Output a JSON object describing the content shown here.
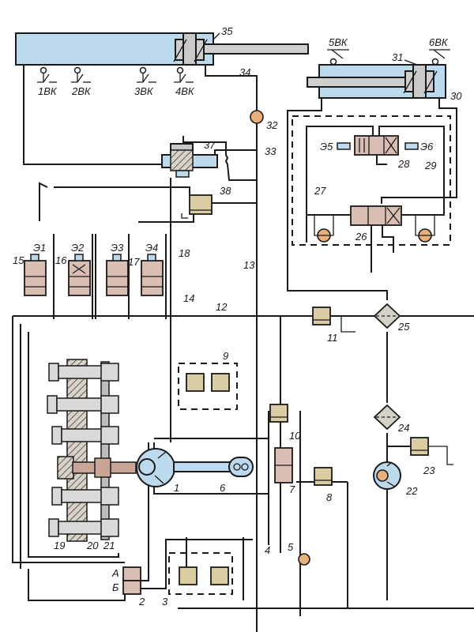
{
  "diagram": {
    "type": "hydraulic-schematic",
    "limit_switches": [
      "1ВК",
      "2ВК",
      "3ВК",
      "4ВК",
      "5ВК",
      "6ВК"
    ],
    "solenoids": [
      "Э1",
      "Э2",
      "Э3",
      "Э4",
      "Э5",
      "Э6"
    ],
    "valve_ports": [
      "А",
      "Б"
    ],
    "component_labels": {
      "c1": "1",
      "c2": "2",
      "c3": "3",
      "c4": "4",
      "c5": "5",
      "c6": "6",
      "c7": "7",
      "c8": "8",
      "c9": "9",
      "c10": "10",
      "c11": "11",
      "c12": "12",
      "c13": "13",
      "c14": "14",
      "c15": "15",
      "c16": "16",
      "c17": "17",
      "c18": "18",
      "c19": "19",
      "c20": "20",
      "c21": "21",
      "c22": "22",
      "c23": "23",
      "c24": "24",
      "c25": "25",
      "c26": "26",
      "c27": "27",
      "c28": "28",
      "c29": "29",
      "c30": "30",
      "c31": "31",
      "c32": "32",
      "c33": "33",
      "c34": "34",
      "c35": "35",
      "c37": "37",
      "c38": "38"
    },
    "components": [
      {
        "id": "1",
        "kind": "hydraulic-motor"
      },
      {
        "id": "2",
        "kind": "two-section-valve"
      },
      {
        "id": "3",
        "kind": "dual-relief-block"
      },
      {
        "id": "5",
        "kind": "check-valve"
      },
      {
        "id": "6",
        "kind": "lever-arm"
      },
      {
        "id": "7",
        "kind": "directional-valve"
      },
      {
        "id": "8",
        "kind": "pressure-valve"
      },
      {
        "id": "9",
        "kind": "dual-relief-block"
      },
      {
        "id": "10",
        "kind": "pressure-valve"
      },
      {
        "id": "11",
        "kind": "pressure-valve"
      },
      {
        "id": "15",
        "kind": "solenoid-valve"
      },
      {
        "id": "16",
        "kind": "solenoid-valve"
      },
      {
        "id": "17",
        "kind": "solenoid-valve"
      },
      {
        "id": "18",
        "kind": "solenoid-valve"
      },
      {
        "id": "22",
        "kind": "pump"
      },
      {
        "id": "23",
        "kind": "relief-valve"
      },
      {
        "id": "24",
        "kind": "filter"
      },
      {
        "id": "25",
        "kind": "filter"
      },
      {
        "id": "26",
        "kind": "directional-valve"
      },
      {
        "id": "28",
        "kind": "solenoid-directional-valve"
      },
      {
        "id": "31",
        "kind": "hydraulic-cylinder"
      },
      {
        "id": "33",
        "kind": "check-valve"
      },
      {
        "id": "35",
        "kind": "hydraulic-cylinder"
      },
      {
        "id": "37",
        "kind": "pilot-valve"
      },
      {
        "id": "38",
        "kind": "pressure-valve"
      }
    ]
  }
}
